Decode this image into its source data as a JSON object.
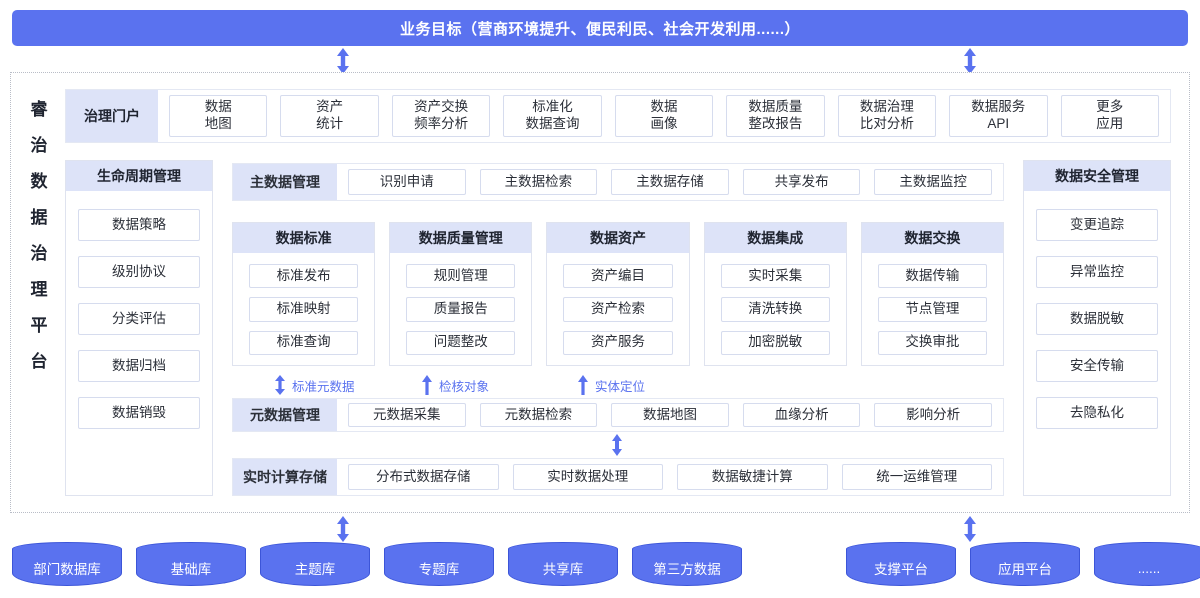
{
  "colors": {
    "brand_blue": "#5a72ef",
    "header_fill": "#dde3f8",
    "cell_border": "#d6dcee",
    "panel_border": "#dfe3ef",
    "dotted_border": "#b9bdc7",
    "annotation_text": "#5a72ef"
  },
  "goal_banner": {
    "text": "业务目标（营商环境提升、便民利民、社会开发利用......）"
  },
  "platform": {
    "vertical_title": [
      "睿",
      "治",
      "数",
      "据",
      "治",
      "理",
      "平",
      "台"
    ]
  },
  "portal": {
    "label": "治理门户",
    "apps": [
      "数据\n地图",
      "资产\n统计",
      "资产交换\n频率分析",
      "标准化\n数据查询",
      "数据\n画像",
      "数据质量\n整改报告",
      "数据治理\n比对分析",
      "数据服务\nAPI",
      "更多\n应用"
    ]
  },
  "lifecycle": {
    "title": "生命周期管理",
    "items": [
      "数据策略",
      "级别协议",
      "分类评估",
      "数据归档",
      "数据销毁"
    ]
  },
  "security": {
    "title": "数据安全管理",
    "items": [
      "变更追踪",
      "异常监控",
      "数据脱敏",
      "安全传输",
      "去隐私化"
    ]
  },
  "master_data": {
    "label": "主数据管理",
    "items": [
      "识别申请",
      "主数据检索",
      "主数据存储",
      "共享发布",
      "主数据监控"
    ]
  },
  "capabilities": [
    {
      "title": "数据标准",
      "items": [
        "标准发布",
        "标准映射",
        "标准查询"
      ]
    },
    {
      "title": "数据质量管理",
      "items": [
        "规则管理",
        "质量报告",
        "问题整改"
      ]
    },
    {
      "title": "数据资产",
      "items": [
        "资产编目",
        "资产检索",
        "资产服务"
      ]
    },
    {
      "title": "数据集成",
      "items": [
        "实时采集",
        "清洗转换",
        "加密脱敏"
      ]
    },
    {
      "title": "数据交换",
      "items": [
        "数据传输",
        "节点管理",
        "交换审批"
      ]
    }
  ],
  "annotations": [
    {
      "label": "标准元数据",
      "arrow": "double-arrow-icon"
    },
    {
      "label": "检核对象",
      "arrow": "up-arrow-icon"
    },
    {
      "label": "实体定位",
      "arrow": "up-arrow-icon"
    }
  ],
  "metadata": {
    "label": "元数据管理",
    "items": [
      "元数据采集",
      "元数据检索",
      "数据地图",
      "血缘分析",
      "影响分析"
    ]
  },
  "compute": {
    "label": "实时计算存储",
    "items": [
      "分布式数据存储",
      "实时数据处理",
      "数据敏捷计算",
      "统一运维管理"
    ]
  },
  "sources_left": [
    "部门数据库",
    "基础库",
    "主题库",
    "专题库",
    "共享库",
    "第三方数据"
  ],
  "sources_right": [
    "支撑平台",
    "应用平台",
    "......"
  ]
}
